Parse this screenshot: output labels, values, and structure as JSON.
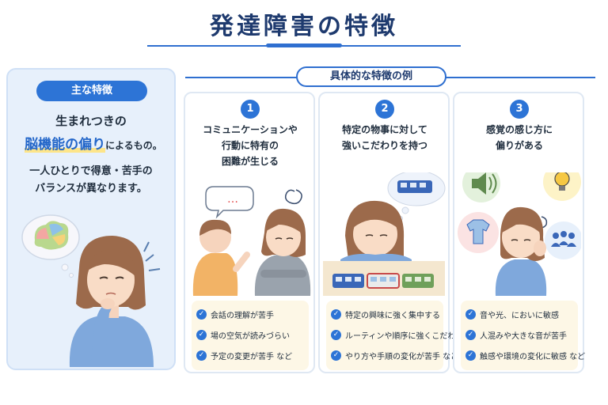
{
  "title": "発達障害の特徴",
  "main": {
    "badge": "主な特徴",
    "line1": "生まれつきの",
    "highlight": "脳機能の偏り",
    "tail": "によるもの。",
    "line3a": "一人ひとりで得意・苦手の",
    "line3b": "バランスが異なります。"
  },
  "examples": {
    "badge": "具体的な特徴の例",
    "cards": [
      {
        "num": "1",
        "title": "コミュニケーションや\n行動に特有の\n困難が生じる",
        "points": [
          "会話の理解が苦手",
          "場の空気が読みづらい",
          "予定の変更が苦手 など"
        ],
        "bubble": "…"
      },
      {
        "num": "2",
        "title": "特定の物事に対して\n強いこだわりを持つ",
        "points": [
          "特定の興味に強く集中する",
          "ルーティンや順序に強くこだわる",
          "やり方や手順の変化が苦手 など"
        ]
      },
      {
        "num": "3",
        "title": "感覚の感じ方に\n偏りがある",
        "points": [
          "音や光、においに敏感",
          "人混みや大きな音が苦手",
          "触感や環境の変化に敏感 など"
        ]
      }
    ]
  },
  "icons": [
    "check-icon",
    "brain-icon",
    "speaker-icon",
    "lightbulb-icon",
    "shirt-icon",
    "crowd-icon",
    "train-icon",
    "swirl-icon"
  ],
  "colors": {
    "accent": "#2d74d6",
    "title": "#1e3a6e",
    "highlight": "#fde58a",
    "panel": "#e7f0fb",
    "points_bg": "#fdf7e6"
  }
}
